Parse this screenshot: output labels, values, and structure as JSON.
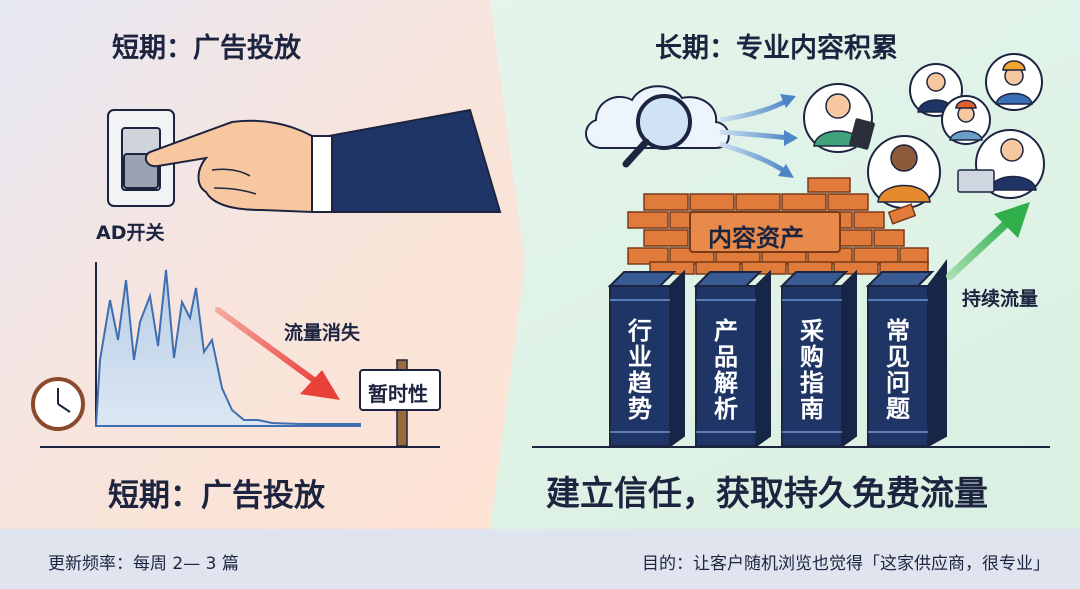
{
  "left": {
    "title_top": "短期：广告投放",
    "switch_label": "AD开关",
    "traffic_drop_label": "流量消失",
    "sign_label": "暂时性",
    "title_bottom": "短期：广告投放"
  },
  "right": {
    "title": "长期：专业内容积累",
    "asset_label": "内容资产",
    "books": [
      "行业趋势",
      "产品解析",
      "采购指南",
      "常见问题"
    ],
    "growth_label": "持续流量",
    "tagline": "建立信任，获取持久免费流量"
  },
  "footer": {
    "frequency": "更新频率：每周 2— 3 篇",
    "goal": "目的：让客户随机浏览也觉得「这家供应商，很专业」"
  },
  "colors": {
    "navy": "#1f3566",
    "brick": "#e07b3c",
    "arrow_red": "#e8413a",
    "arrow_green": "#2fae4a",
    "left_bg": "#fbe5d8",
    "right_bg": "#e3f4ea"
  }
}
